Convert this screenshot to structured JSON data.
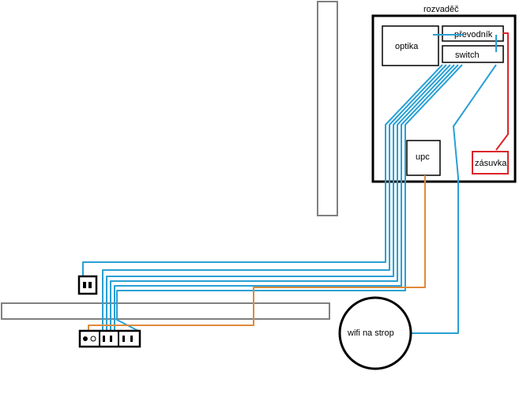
{
  "labels": {
    "cabinet": "rozvaděč",
    "fiber": "optika",
    "converter": "převodník",
    "switch": "switch",
    "ups": "upc",
    "socket": "zásuvka",
    "wifi": "wifi na strop"
  },
  "colors": {
    "ethernet_cable": "#2aa0d4",
    "power_cable": "#e08a3a",
    "socket_cable": "#d9262b",
    "wall": "#808080",
    "outline": "#000000"
  }
}
